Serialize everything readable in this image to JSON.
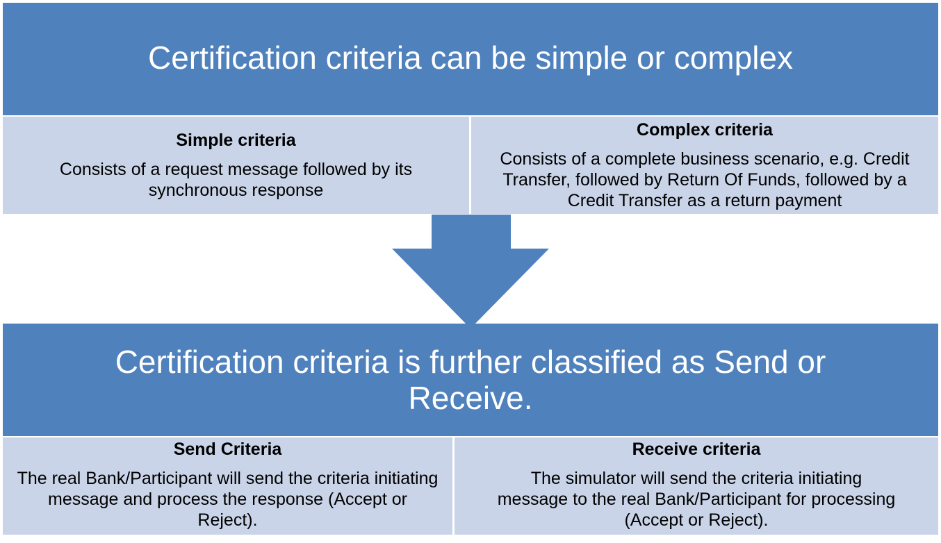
{
  "top_banner": {
    "text": "Certification criteria can be simple or complex"
  },
  "simple_criteria": {
    "heading": "Simple criteria",
    "body": "Consists of a request message followed by its synchronous response"
  },
  "complex_criteria": {
    "heading": "Complex criteria",
    "body": "Consists of a complete business scenario, e.g. Credit Transfer, followed by Return Of Funds, followed by a Credit Transfer as a return payment"
  },
  "bottom_banner": {
    "text": "Certification criteria is further classified as Send or Receive."
  },
  "send_criteria": {
    "heading": "Send Criteria",
    "body": "The real Bank/Participant will send the criteria initiating message and process the response (Accept or Reject)."
  },
  "receive_criteria": {
    "heading": "Receive criteria",
    "body": "The simulator will send the criteria initiating message to the real Bank/Participant for processing (Accept or Reject)."
  },
  "colors": {
    "banner": "#4f81bd",
    "panel": "#c9d4e8",
    "arrow": "#4f81bd"
  }
}
